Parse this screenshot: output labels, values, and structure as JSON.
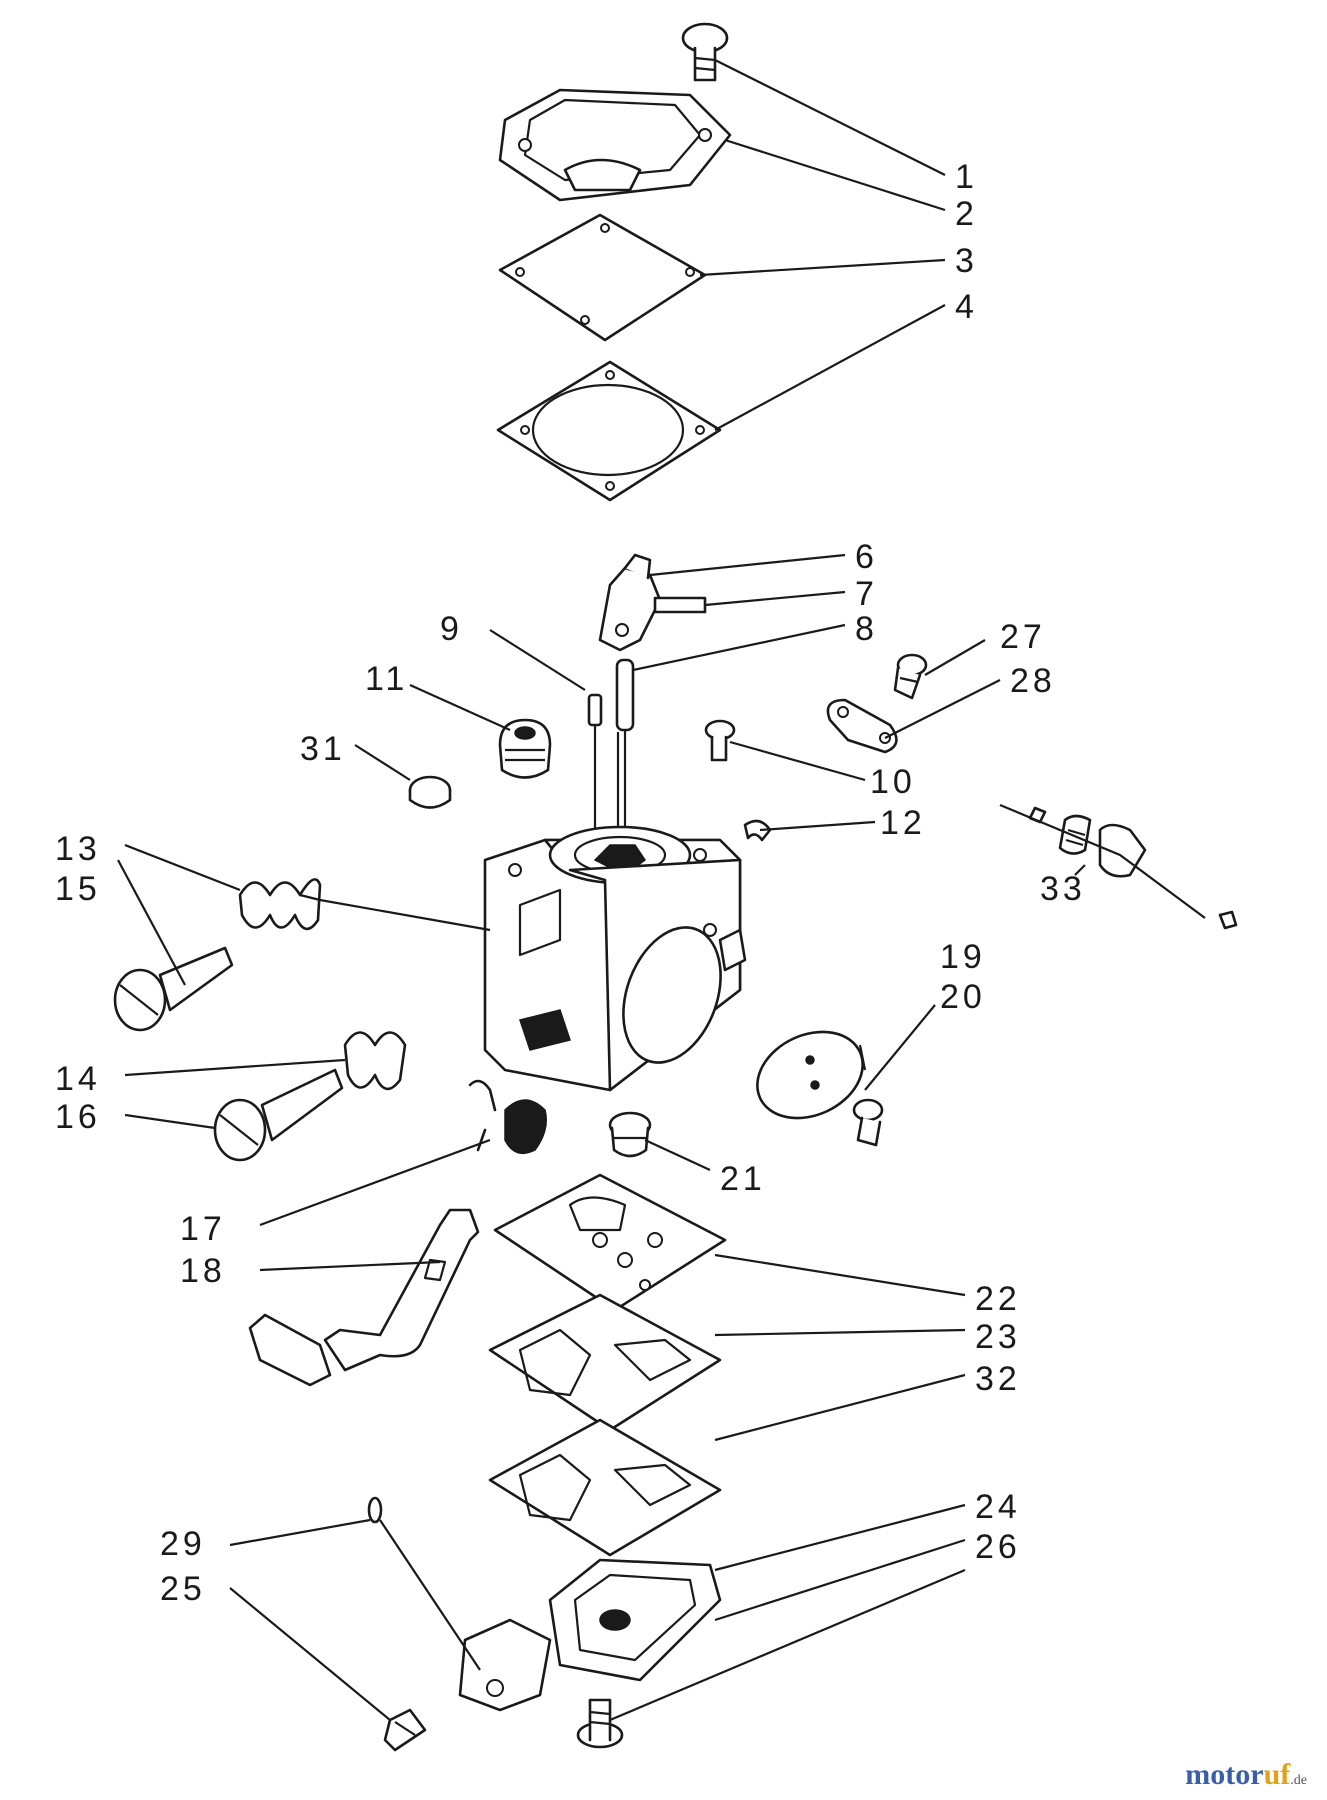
{
  "callouts": {
    "c1": "1",
    "c2": "2",
    "c3": "3",
    "c4": "4",
    "c6": "6",
    "c7": "7",
    "c8": "8",
    "c9": "9",
    "c10": "10",
    "c11": "11",
    "c12": "12",
    "c13": "13",
    "c14": "14",
    "c15": "15",
    "c16": "16",
    "c17": "17",
    "c18": "18",
    "c19": "19",
    "c20": "20",
    "c21": "21",
    "c22": "22",
    "c23": "23",
    "c24": "24",
    "c25": "25",
    "c26": "26",
    "c27": "27",
    "c28": "28",
    "c29": "29",
    "c31": "31",
    "c32": "32",
    "c33": "33"
  },
  "watermark": {
    "motor": "motor",
    "uf": "uf",
    "suffix": ".de",
    "colors": {
      "motor": "#3a5fa8",
      "uf": "#e0a21b",
      "suffix": "#555555"
    }
  }
}
